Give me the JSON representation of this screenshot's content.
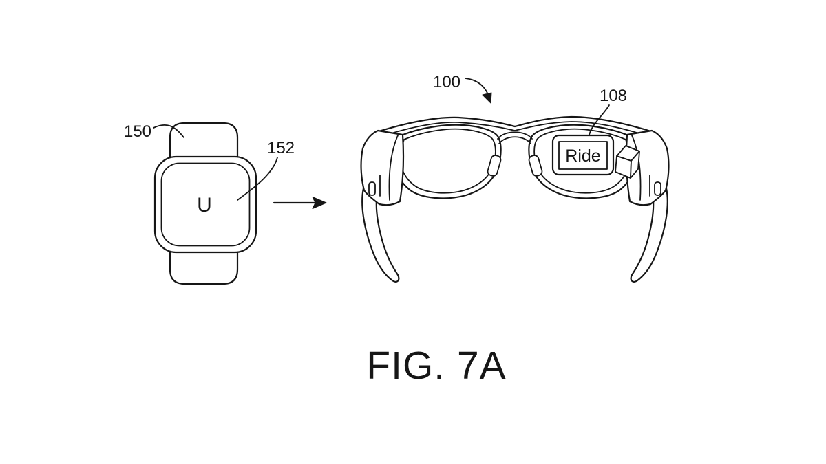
{
  "figure": {
    "caption": "FIG. 7A"
  },
  "watch": {
    "band_label": "150",
    "display_label": "152",
    "screen_text": "U"
  },
  "glasses": {
    "device_label": "100",
    "display_label": "108",
    "display_text": "Ride"
  },
  "colors": {
    "line": "#161616",
    "background": "#ffffff"
  }
}
